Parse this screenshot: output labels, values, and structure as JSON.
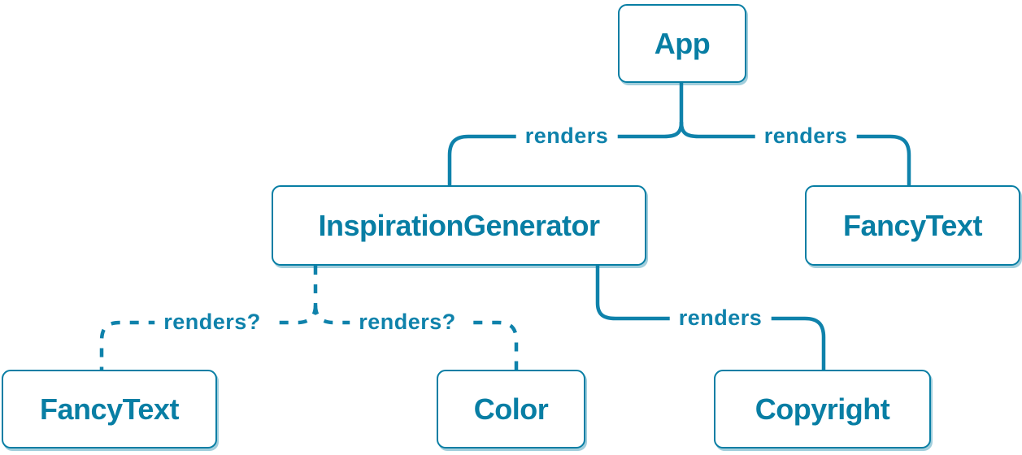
{
  "diagram": {
    "type": "component-render-tree",
    "colors": {
      "accent": "#087ea4",
      "edge": "#0f82ab",
      "node_fill": "#ffffff",
      "background": "#ffffff"
    },
    "nodes": [
      {
        "id": "app",
        "label": "App"
      },
      {
        "id": "inspiration-generator",
        "label": "InspirationGenerator"
      },
      {
        "id": "fancy-text-top",
        "label": "FancyText"
      },
      {
        "id": "fancy-text-bottom",
        "label": "FancyText"
      },
      {
        "id": "color",
        "label": "Color"
      },
      {
        "id": "copyright",
        "label": "Copyright"
      }
    ],
    "edges": [
      {
        "from": "app",
        "to": "inspiration-generator",
        "label": "renders",
        "style": "solid"
      },
      {
        "from": "app",
        "to": "fancy-text-top",
        "label": "renders",
        "style": "solid"
      },
      {
        "from": "inspiration-generator",
        "to": "fancy-text-bottom",
        "label": "renders?",
        "style": "dashed"
      },
      {
        "from": "inspiration-generator",
        "to": "color",
        "label": "renders?",
        "style": "dashed"
      },
      {
        "from": "inspiration-generator",
        "to": "copyright",
        "label": "renders",
        "style": "solid"
      }
    ]
  }
}
